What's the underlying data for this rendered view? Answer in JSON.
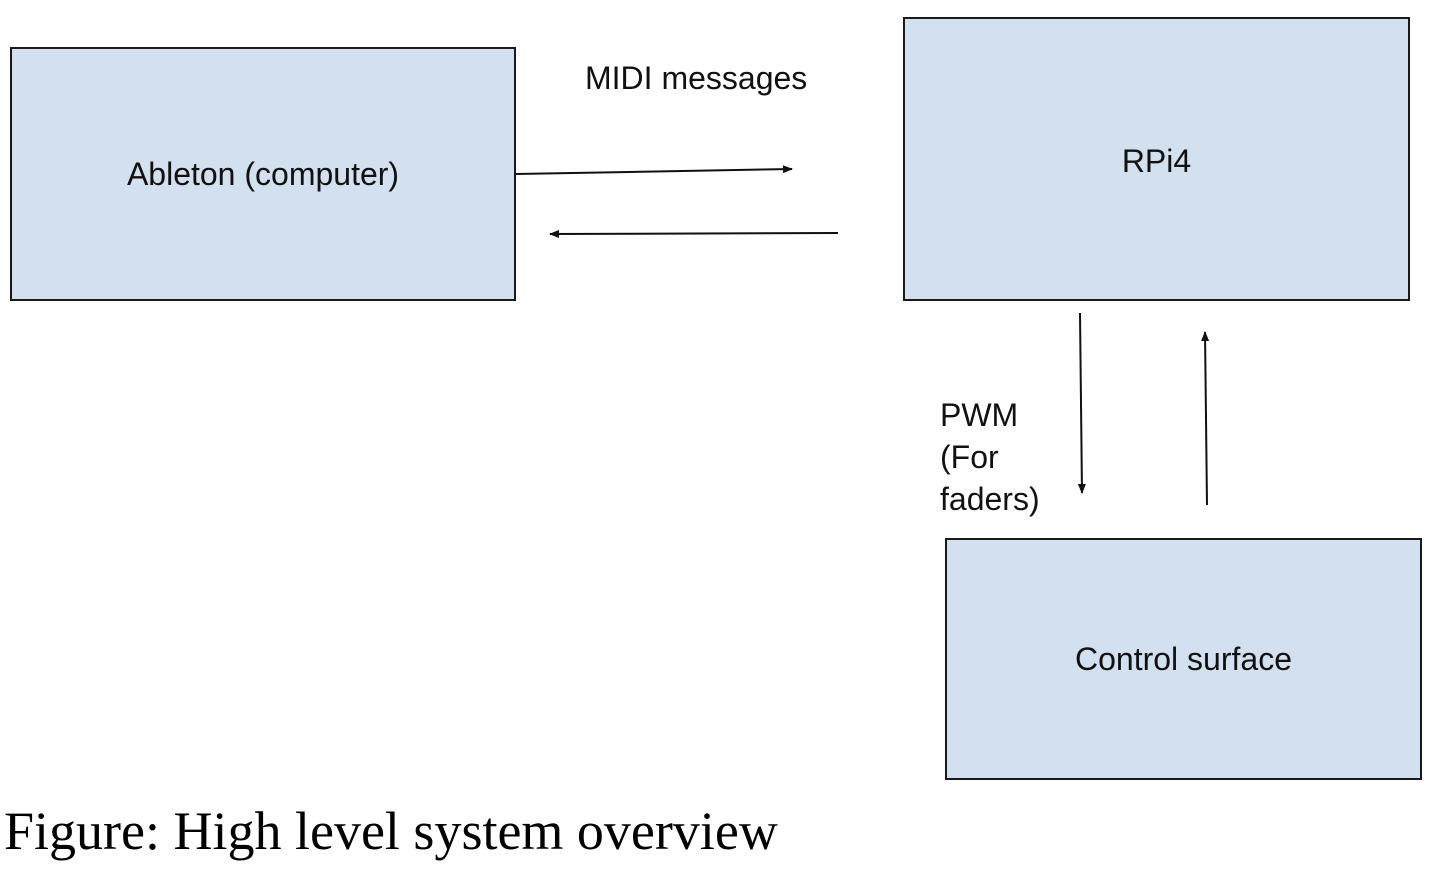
{
  "diagram": {
    "nodes": {
      "ableton": {
        "label": "Ableton (computer)"
      },
      "rpi": {
        "label": "RPi4"
      },
      "control": {
        "label": "Control surface"
      }
    },
    "edges": [
      {
        "from": "ableton",
        "to": "rpi",
        "label_ref": "midi"
      },
      {
        "from": "rpi",
        "to": "ableton",
        "label_ref": "midi"
      },
      {
        "from": "rpi",
        "to": "control",
        "label_ref": "pwm"
      },
      {
        "from": "control",
        "to": "rpi",
        "label_ref": null
      }
    ],
    "edge_labels": {
      "midi": "MIDI messages",
      "pwm_lines": [
        "PWM",
        "(For",
        "faders)"
      ]
    },
    "colors": {
      "box_fill": "#d3e0ef",
      "box_border": "#1a1a1a",
      "arrow": "#111111"
    }
  },
  "caption": "Figure: High level system overview"
}
